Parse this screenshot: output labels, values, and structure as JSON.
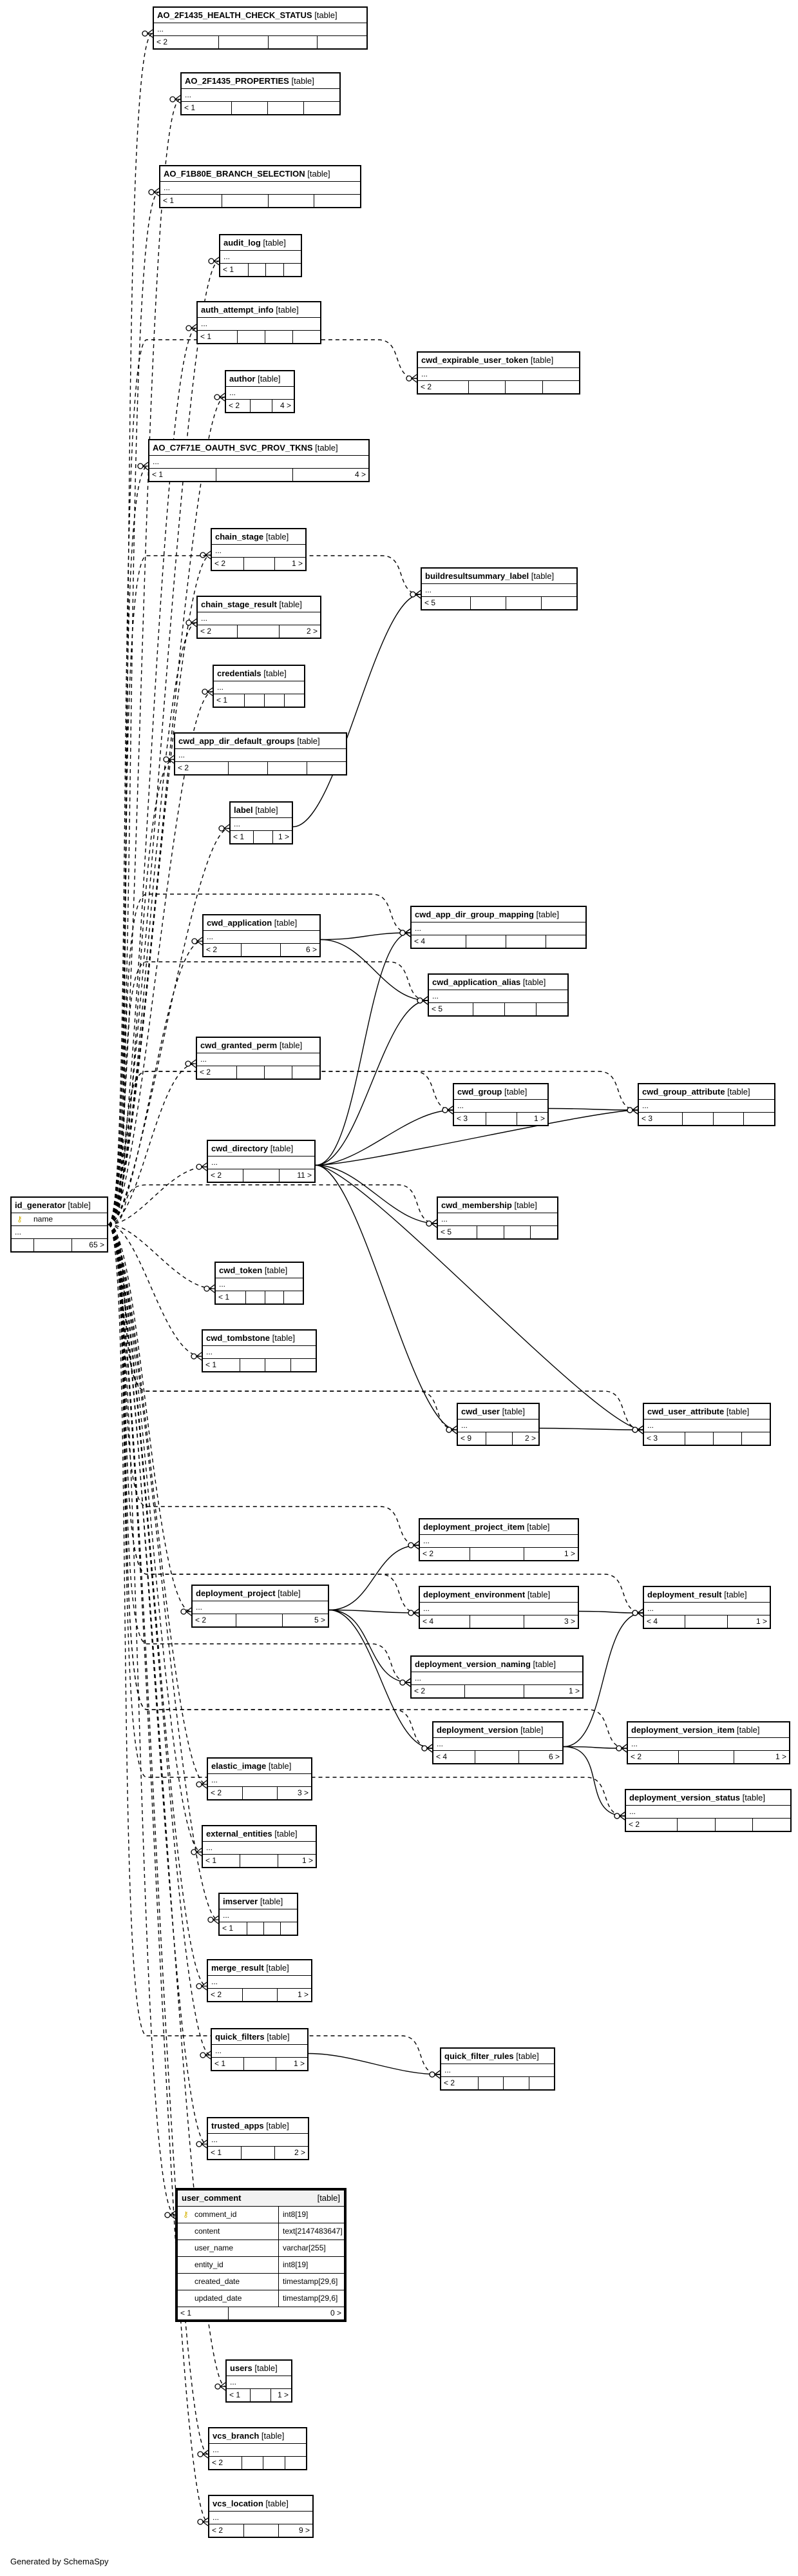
{
  "tables": [
    {
      "id": "t1",
      "name": "AO_2F1435_HEALTH_CHECK_STATUS",
      "kind": "[table]",
      "foot": [
        "< 2",
        "",
        "",
        ""
      ]
    },
    {
      "id": "t2",
      "name": "AO_2F1435_PROPERTIES",
      "kind": "[table]",
      "foot": [
        "< 1",
        "",
        "",
        ""
      ]
    },
    {
      "id": "t3",
      "name": "AO_F1B80E_BRANCH_SELECTION",
      "kind": "[table]",
      "foot": [
        "< 1",
        "",
        "",
        ""
      ]
    },
    {
      "id": "t4",
      "name": "audit_log",
      "kind": "[table]",
      "foot": [
        "< 1",
        "",
        "",
        ""
      ]
    },
    {
      "id": "t5",
      "name": "auth_attempt_info",
      "kind": "[table]",
      "foot": [
        "< 1",
        "",
        "",
        ""
      ]
    },
    {
      "id": "t6",
      "name": "author",
      "kind": "[table]",
      "foot": [
        "< 2",
        "",
        "4 >"
      ]
    },
    {
      "id": "t7",
      "name": "AO_C7F71E_OAUTH_SVC_PROV_TKNS",
      "kind": "[table]",
      "foot": [
        "< 1",
        "",
        "4 >"
      ]
    },
    {
      "id": "t8",
      "name": "chain_stage",
      "kind": "[table]",
      "foot": [
        "< 2",
        "",
        "1 >"
      ]
    },
    {
      "id": "t9",
      "name": "chain_stage_result",
      "kind": "[table]",
      "foot": [
        "< 2",
        "",
        "2 >"
      ]
    },
    {
      "id": "t10",
      "name": "credentials",
      "kind": "[table]",
      "foot": [
        "< 1",
        "",
        "",
        ""
      ]
    },
    {
      "id": "t11",
      "name": "cwd_app_dir_default_groups",
      "kind": "[table]",
      "foot": [
        "< 2",
        "",
        "",
        ""
      ]
    },
    {
      "id": "t12",
      "name": "label",
      "kind": "[table]",
      "foot": [
        "< 1",
        "",
        "1 >"
      ]
    },
    {
      "id": "t13",
      "name": "cwd_application",
      "kind": "[table]",
      "foot": [
        "< 2",
        "",
        "6 >"
      ]
    },
    {
      "id": "t14",
      "name": "cwd_granted_perm",
      "kind": "[table]",
      "foot": [
        "< 2",
        "",
        "",
        ""
      ]
    },
    {
      "id": "t15",
      "name": "cwd_directory",
      "kind": "[table]",
      "foot": [
        "< 2",
        "",
        "11 >"
      ]
    },
    {
      "id": "t16",
      "name": "cwd_token",
      "kind": "[table]",
      "foot": [
        "< 1",
        "",
        "",
        ""
      ]
    },
    {
      "id": "t17",
      "name": "cwd_tombstone",
      "kind": "[table]",
      "foot": [
        "< 1",
        "",
        "",
        ""
      ]
    },
    {
      "id": "t18",
      "name": "deployment_project",
      "kind": "[table]",
      "foot": [
        "< 2",
        "",
        "5 >"
      ]
    },
    {
      "id": "t19",
      "name": "elastic_image",
      "kind": "[table]",
      "foot": [
        "< 2",
        "",
        "3 >"
      ]
    },
    {
      "id": "t20",
      "name": "external_entities",
      "kind": "[table]",
      "foot": [
        "< 1",
        "",
        "1 >"
      ]
    },
    {
      "id": "t21",
      "name": "imserver",
      "kind": "[table]",
      "foot": [
        "< 1",
        "",
        "",
        ""
      ]
    },
    {
      "id": "t22",
      "name": "merge_result",
      "kind": "[table]",
      "foot": [
        "< 2",
        "",
        "1 >"
      ]
    },
    {
      "id": "t23",
      "name": "quick_filters",
      "kind": "[table]",
      "foot": [
        "< 1",
        "",
        "1 >"
      ]
    },
    {
      "id": "t24",
      "name": "trusted_apps",
      "kind": "[table]",
      "foot": [
        "< 1",
        "",
        "2 >"
      ]
    },
    {
      "id": "t25",
      "name": "users",
      "kind": "[table]",
      "foot": [
        "< 1",
        "",
        "1 >"
      ]
    },
    {
      "id": "t26",
      "name": "vcs_branch",
      "kind": "[table]",
      "foot": [
        "< 2",
        "",
        "",
        ""
      ]
    },
    {
      "id": "t27",
      "name": "vcs_location",
      "kind": "[table]",
      "foot": [
        "< 2",
        "",
        "9 >"
      ]
    },
    {
      "id": "t28",
      "name": "cwd_expirable_user_token",
      "kind": "[table]",
      "foot": [
        "< 2",
        "",
        "",
        ""
      ]
    },
    {
      "id": "t29",
      "name": "buildresultsummary_label",
      "kind": "[table]",
      "foot": [
        "< 5",
        "",
        "",
        ""
      ]
    },
    {
      "id": "t30",
      "name": "cwd_app_dir_group_mapping",
      "kind": "[table]",
      "foot": [
        "< 4",
        "",
        "",
        ""
      ]
    },
    {
      "id": "t31",
      "name": "cwd_application_alias",
      "kind": "[table]",
      "foot": [
        "< 5",
        "",
        "",
        ""
      ]
    },
    {
      "id": "t32",
      "name": "cwd_group",
      "kind": "[table]",
      "foot": [
        "< 3",
        "",
        "1 >"
      ]
    },
    {
      "id": "t33",
      "name": "cwd_membership",
      "kind": "[table]",
      "foot": [
        "< 5",
        "",
        "",
        ""
      ]
    },
    {
      "id": "t34",
      "name": "cwd_user",
      "kind": "[table]",
      "foot": [
        "< 9",
        "",
        "2 >"
      ]
    },
    {
      "id": "t35",
      "name": "deployment_project_item",
      "kind": "[table]",
      "foot": [
        "< 2",
        "",
        "1 >"
      ]
    },
    {
      "id": "t36",
      "name": "deployment_environment",
      "kind": "[table]",
      "foot": [
        "< 4",
        "",
        "3 >"
      ]
    },
    {
      "id": "t37",
      "name": "deployment_version_naming",
      "kind": "[table]",
      "foot": [
        "< 2",
        "",
        "1 >"
      ]
    },
    {
      "id": "t38",
      "name": "deployment_version",
      "kind": "[table]",
      "foot": [
        "< 4",
        "",
        "6 >"
      ]
    },
    {
      "id": "t39",
      "name": "quick_filter_rules",
      "kind": "[table]",
      "foot": [
        "< 2",
        "",
        "",
        ""
      ]
    },
    {
      "id": "t40",
      "name": "cwd_group_attribute",
      "kind": "[table]",
      "foot": [
        "< 3",
        "",
        "",
        ""
      ]
    },
    {
      "id": "t41",
      "name": "cwd_user_attribute",
      "kind": "[table]",
      "foot": [
        "< 3",
        "",
        "",
        ""
      ]
    },
    {
      "id": "t42",
      "name": "deployment_result",
      "kind": "[table]",
      "foot": [
        "< 4",
        "",
        "1 >"
      ]
    },
    {
      "id": "t43",
      "name": "deployment_version_item",
      "kind": "[table]",
      "foot": [
        "< 2",
        "",
        "1 >"
      ]
    },
    {
      "id": "t44",
      "name": "deployment_version_status",
      "kind": "[table]",
      "foot": [
        "< 2",
        "",
        "",
        ""
      ]
    }
  ],
  "id_generator": {
    "name": "id_generator",
    "kind": "[table]",
    "column": "name",
    "ellipsis": "...",
    "foot": [
      "",
      "",
      "65 >"
    ]
  },
  "user_comment": {
    "name": "user_comment",
    "kind": "[table]",
    "columns": [
      {
        "name": "comment_id",
        "type": "int8[19]",
        "key": true
      },
      {
        "name": "content",
        "type": "text[2147483647]",
        "key": false
      },
      {
        "name": "user_name",
        "type": "varchar[255]",
        "key": false
      },
      {
        "name": "entity_id",
        "type": "int8[19]",
        "key": false
      },
      {
        "name": "created_date",
        "type": "timestamp[29,6]",
        "key": false
      },
      {
        "name": "updated_date",
        "type": "timestamp[29,6]",
        "key": false
      }
    ],
    "foot": [
      "< 1",
      "0 >"
    ]
  },
  "ellipsis": "...",
  "footer_text": "Generated by SchemaSpy"
}
